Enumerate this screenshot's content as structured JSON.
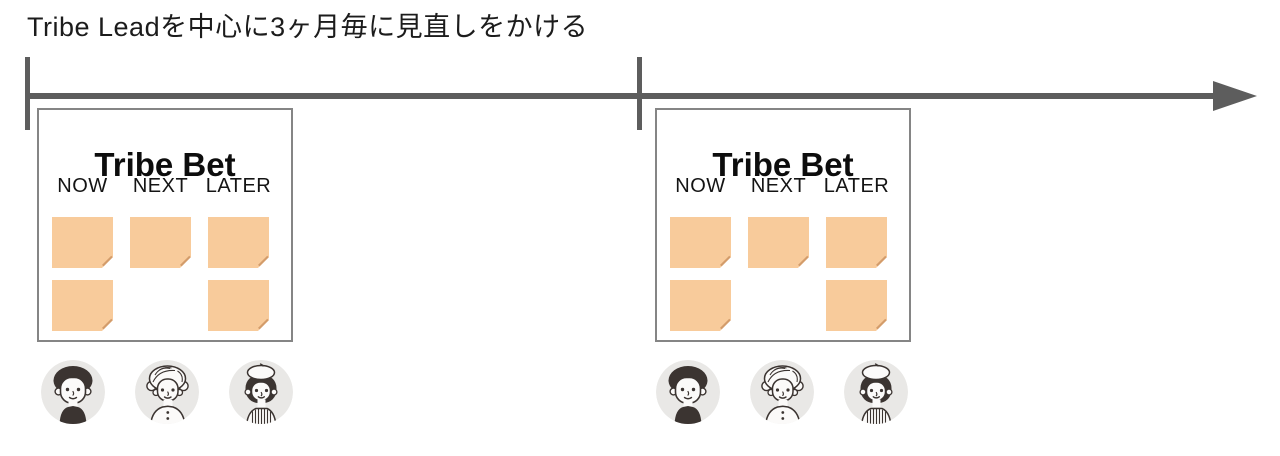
{
  "header": {
    "title": "Tribe Leadを中心に3ヶ月毎に見直しをかける"
  },
  "timeline": {
    "direction": "right",
    "tick_count": 2,
    "color": "#5d5d5d"
  },
  "cards": [
    {
      "title": "Tribe Bet",
      "columns": [
        "NOW",
        "NEXT",
        "LATER"
      ],
      "notes_per_column": [
        2,
        1,
        2
      ],
      "note_color": "#f8cb9b",
      "members": [
        "boy-avatar",
        "wavy-hair-avatar",
        "beret-girl-avatar"
      ]
    },
    {
      "title": "Tribe Bet",
      "columns": [
        "NOW",
        "NEXT",
        "LATER"
      ],
      "notes_per_column": [
        2,
        1,
        2
      ],
      "note_color": "#f8cb9b",
      "members": [
        "boy-avatar",
        "wavy-hair-avatar",
        "beret-girl-avatar"
      ]
    }
  ]
}
